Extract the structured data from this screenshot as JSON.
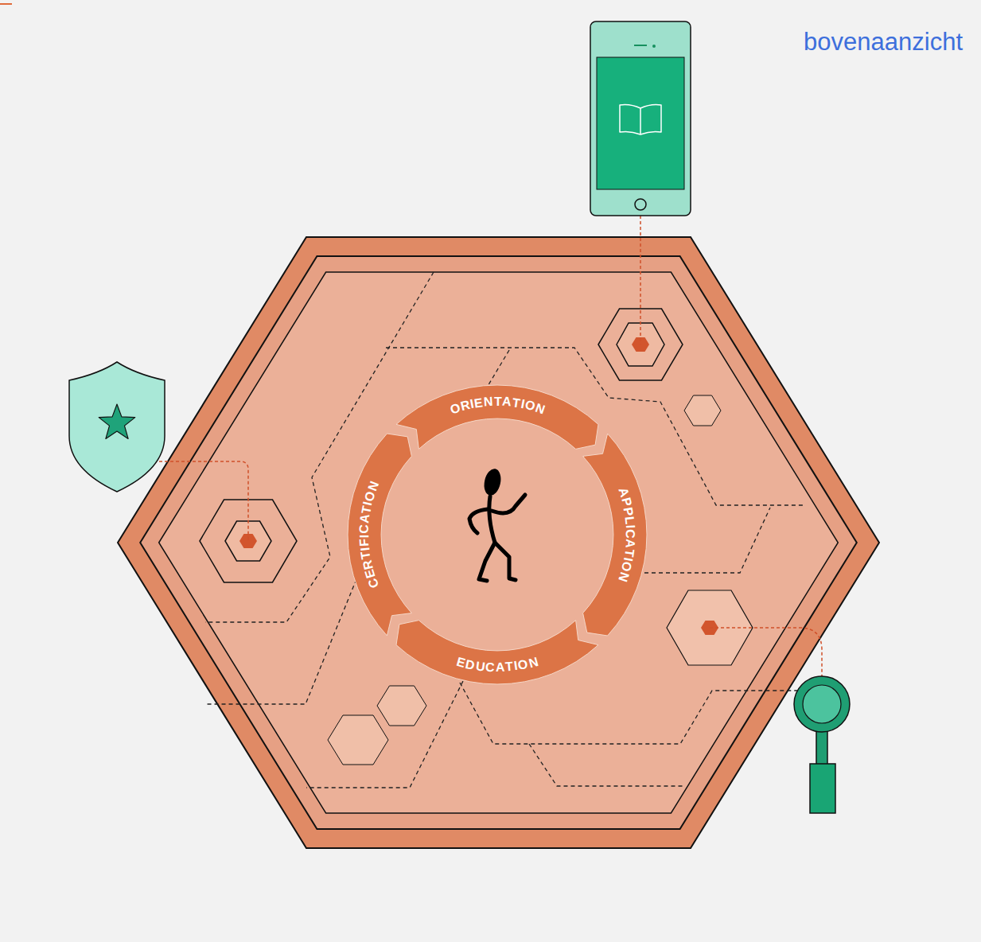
{
  "diagram": {
    "title": "bovenaanzicht",
    "nodes": [
      {
        "text": [
          "ORIENTATION"
        ]
      },
      {
        "text": [
          "APPLICATION"
        ]
      },
      {
        "text": [
          "EDUCATION"
        ]
      },
      {
        "text": [
          "CERTIFICATION"
        ]
      }
    ]
  }
}
